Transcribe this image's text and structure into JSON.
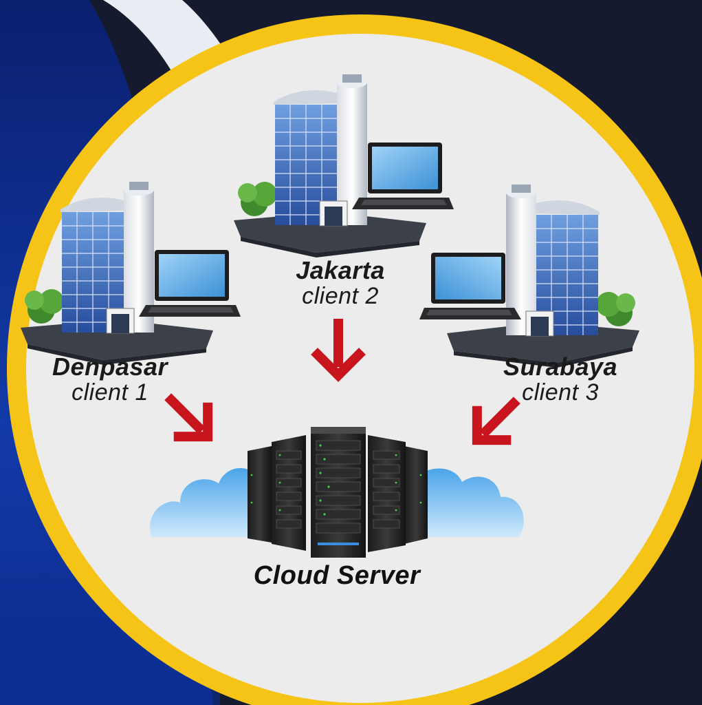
{
  "clients": [
    {
      "city": "Denpasar",
      "role": "client 1"
    },
    {
      "city": "Jakarta",
      "role": "client 2"
    },
    {
      "city": "Surabaya",
      "role": "client 3"
    }
  ],
  "server": {
    "label": "Cloud Server"
  },
  "colors": {
    "background_dark": "#151a2e",
    "background_blue": "#0c2a8a",
    "ring": "#f6c416",
    "disc": "#ececec",
    "arrow": "#c8141c",
    "cloud": "#6bb8ee"
  }
}
